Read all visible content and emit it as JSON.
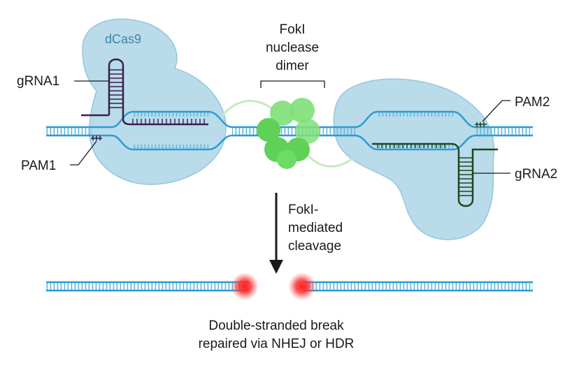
{
  "labels": {
    "dcas9": "dCas9",
    "foki_line1": "FokI",
    "foki_line2": "nuclease",
    "foki_line3": "dimer",
    "grna1": "gRNA1",
    "pam1": "PAM1",
    "pam2": "PAM2",
    "grna2": "gRNA2",
    "cleavage_line1": "FokI-",
    "cleavage_line2": "mediated",
    "cleavage_line3": "cleavage",
    "result_line1": "Double-stranded break",
    "result_line2": "repaired via NHEJ or HDR"
  },
  "colors": {
    "dna": "#2f9bd0",
    "dna_rung": "#5fb7df",
    "protein": "#b7dcea",
    "protein_edge": "#93c6dc",
    "foki": "#6ddb66",
    "foki_dark": "#4dc748",
    "foki_linker": "#c7e8c0",
    "grna1": "#3a1f4b",
    "grna2": "#1f4620",
    "break_glow": "#ff2a2a",
    "arrow": "#1a1a1a"
  }
}
